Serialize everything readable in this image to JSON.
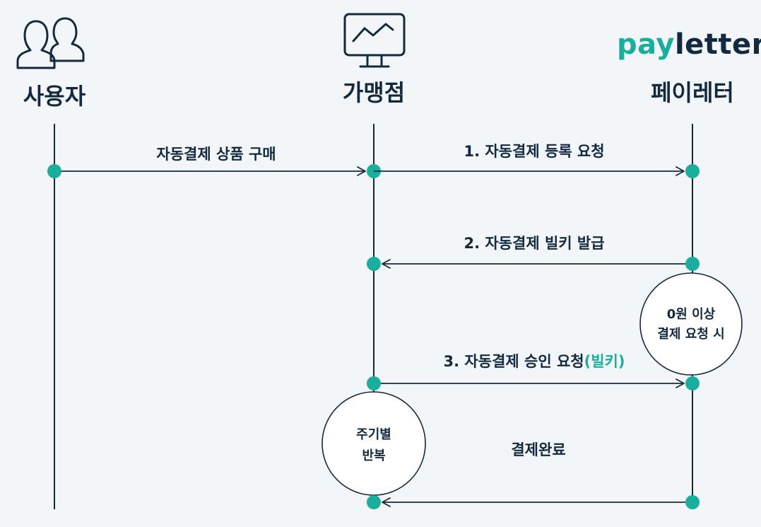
{
  "actors": [
    {
      "id": "user",
      "label": "사용자",
      "icon": "users-icon"
    },
    {
      "id": "merchant",
      "label": "가맹점",
      "icon": "monitor-chart-icon"
    },
    {
      "id": "payletter",
      "label": "페이레터",
      "icon": "payletter-logo"
    }
  ],
  "brand": {
    "part1": "pay",
    "part2": "letter."
  },
  "messages": [
    {
      "from": "user",
      "to": "merchant",
      "text": "자동결제 상품 구매",
      "accent": ""
    },
    {
      "from": "merchant",
      "to": "payletter",
      "text": "1. 자동결제 등록 요청",
      "accent": ""
    },
    {
      "from": "payletter",
      "to": "merchant",
      "text": "2. 자동결제 빌키 발급",
      "accent": ""
    },
    {
      "from": "merchant",
      "to": "payletter",
      "text": "3. 자동결제 승인 요청",
      "accent": "(빌키)"
    },
    {
      "from": "payletter",
      "to": "merchant",
      "text": "결제완료",
      "accent": ""
    }
  ],
  "notes": [
    {
      "actor": "payletter",
      "lines": [
        "0원 이상",
        "결제 요청 시"
      ]
    },
    {
      "actor": "merchant",
      "lines": [
        "주기별",
        "반복"
      ]
    }
  ],
  "colors": {
    "dark": "#13293f",
    "accent": "#1aae9f",
    "background": "#f3f6f8"
  }
}
